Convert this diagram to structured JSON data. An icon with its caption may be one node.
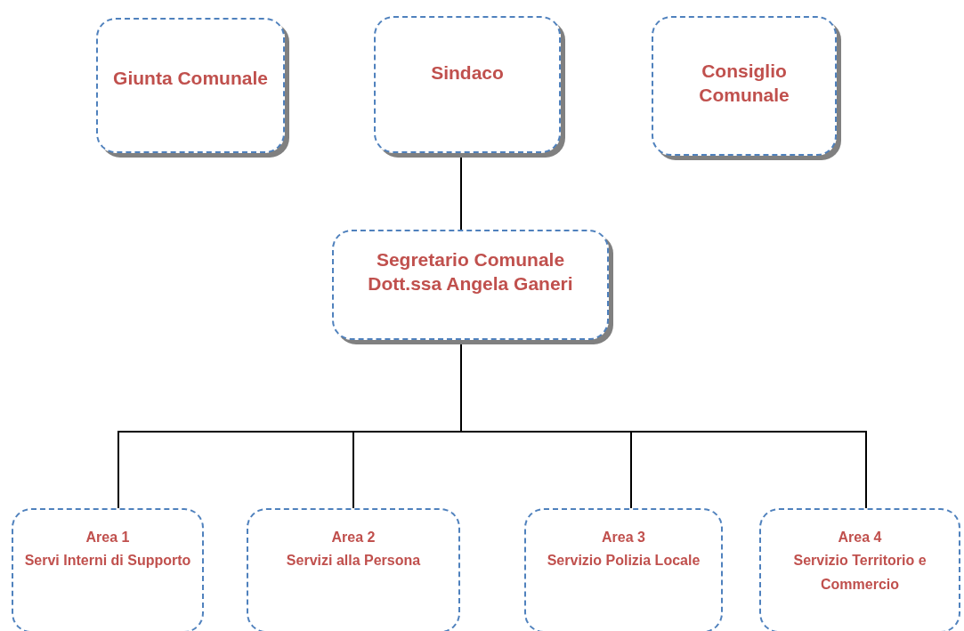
{
  "diagram": {
    "nodes": [
      {
        "text": [
          "Giunta Comunale"
        ]
      },
      {
        "text": [
          "Sindaco"
        ]
      },
      {
        "text": [
          "Consiglio Comunale"
        ]
      },
      {
        "text": [
          "Segretario Comunale",
          "Dott.ssa Angela Ganeri"
        ]
      },
      {
        "text": [
          "Area 1",
          "Servi Interni di Supporto"
        ]
      },
      {
        "text": [
          "Area 2",
          "Servizi alla Persona"
        ]
      },
      {
        "text": [
          "Area 3",
          "Servizio Polizia Locale"
        ]
      },
      {
        "text": [
          "Area 4",
          "Servizio Territorio e Commercio"
        ]
      }
    ],
    "edges": [
      {
        "from": 1,
        "to": 3,
        "arrow": "none"
      },
      {
        "from": 3,
        "to": 4,
        "arrow": "none"
      },
      {
        "from": 3,
        "to": 5,
        "arrow": "none"
      },
      {
        "from": 3,
        "to": 6,
        "arrow": "none"
      },
      {
        "from": 3,
        "to": 7,
        "arrow": "none"
      }
    ]
  }
}
